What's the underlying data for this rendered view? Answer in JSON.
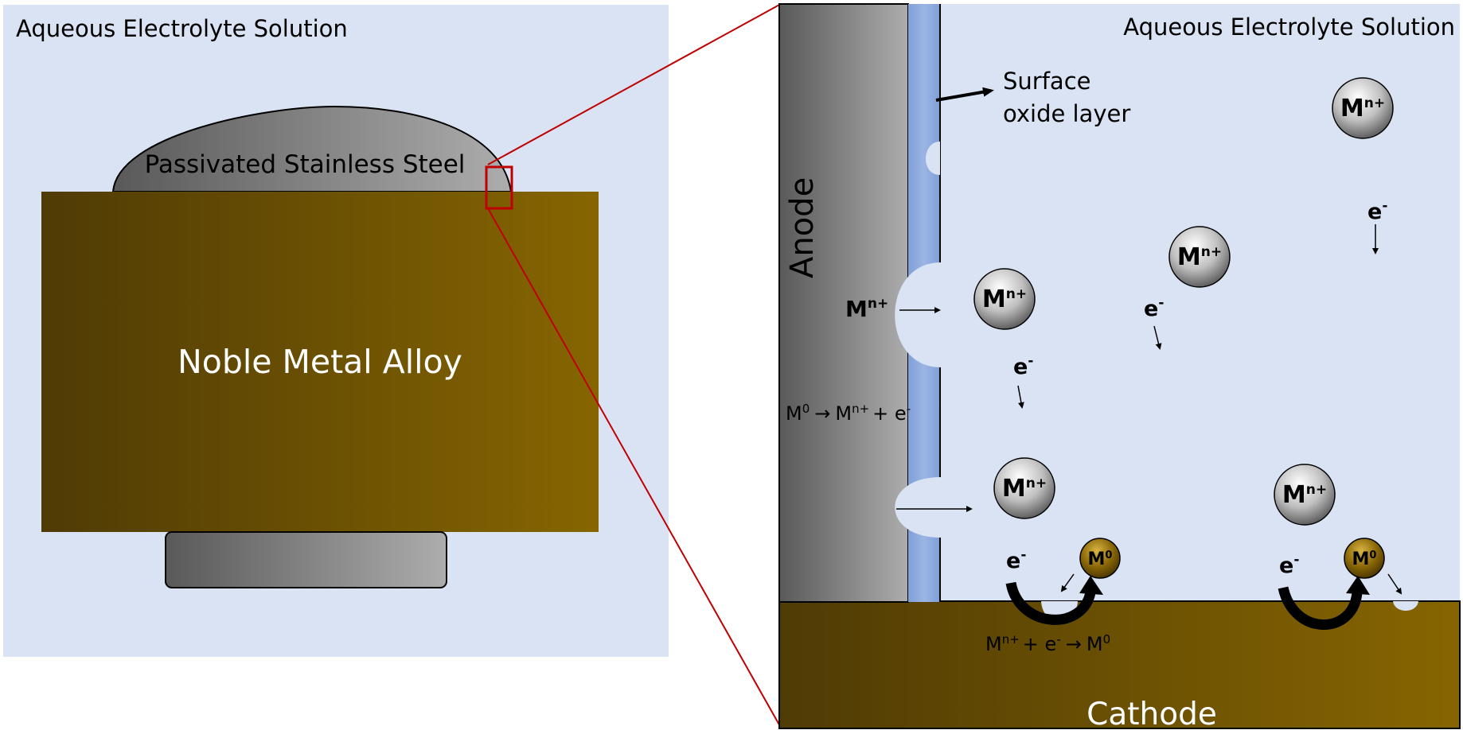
{
  "colors": {
    "electrolyte": "#dae3f3",
    "steel_dark": "#595959",
    "steel_light": "#ababab",
    "alloy_dark": "#4f3b05",
    "alloy_light": "#866501",
    "oxide": "#8faadc",
    "callout": "#c00000",
    "ion_light": "#ffffff",
    "ion_dark": "#595959",
    "atom_light": "#c9a227",
    "atom_dark": "#5a4100"
  },
  "left_panel": {
    "solution_label": "Aqueous Electrolyte Solution",
    "steel_label": "Passivated Stainless Steel",
    "alloy_label": "Noble Metal Alloy"
  },
  "right_panel": {
    "solution_label": "Aqueous Electrolyte Solution",
    "oxide_label_line1": "Surface",
    "oxide_label_line2": "oxide layer",
    "anode_label": "Anode",
    "cathode_label": "Cathode",
    "anode_reaction": {
      "left": "M",
      "left_sup": "0",
      "arrow": "→",
      "right": "M",
      "right_sup": "n+",
      "plus": "+ e",
      "e_sup": "-"
    },
    "cathode_reaction": {
      "left": "M",
      "left_sup": "n+",
      "plus": "+ e",
      "e_sup": "-",
      "arrow": "→",
      "right": "M",
      "right_sup": "0"
    },
    "ion_symbol": "M",
    "ion_sup": "n+",
    "atom_symbol": "M",
    "atom_sup": "0",
    "electron_symbol": "e",
    "electron_sup": "-"
  }
}
